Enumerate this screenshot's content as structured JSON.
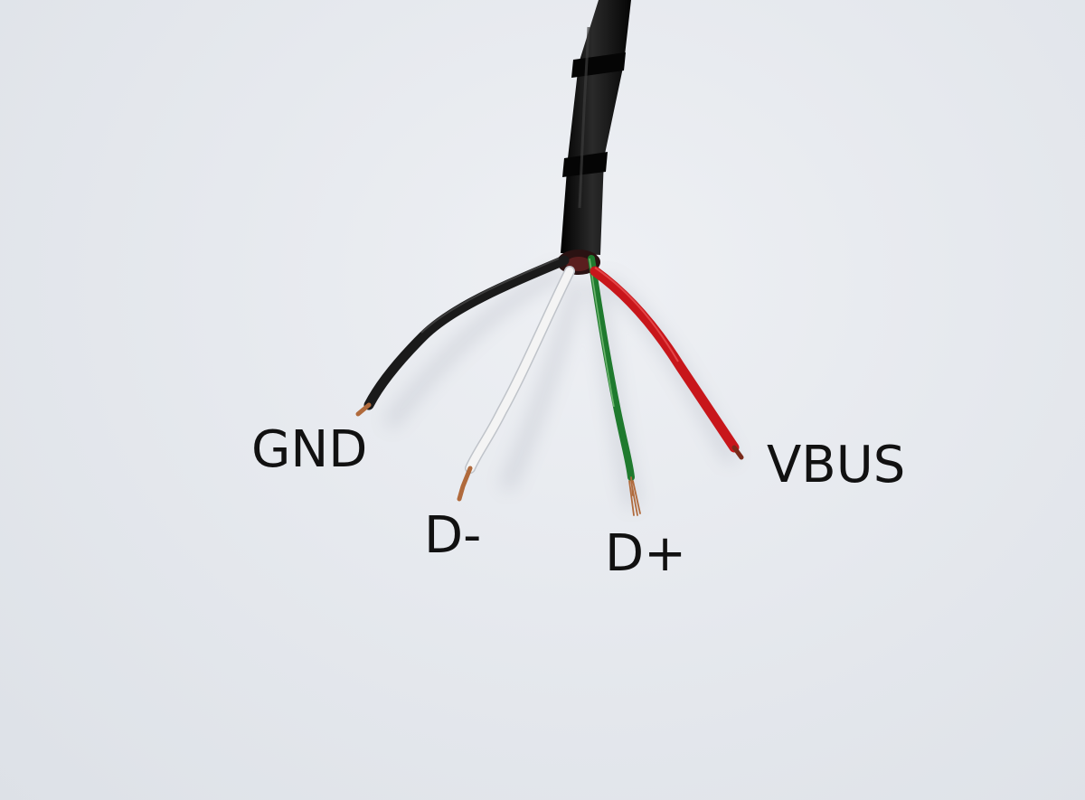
{
  "labels": {
    "gnd": "GND",
    "d_minus": "D-",
    "d_plus": "D+",
    "vbus": "VBUS"
  },
  "wire_colors": {
    "gnd": "#1a1a1a",
    "d_minus": "#f4f4f4",
    "d_plus": "#1f7a2e",
    "vbus": "#c8161b",
    "cable_jacket": "#0e0e0e",
    "copper": "#b06a3c"
  }
}
